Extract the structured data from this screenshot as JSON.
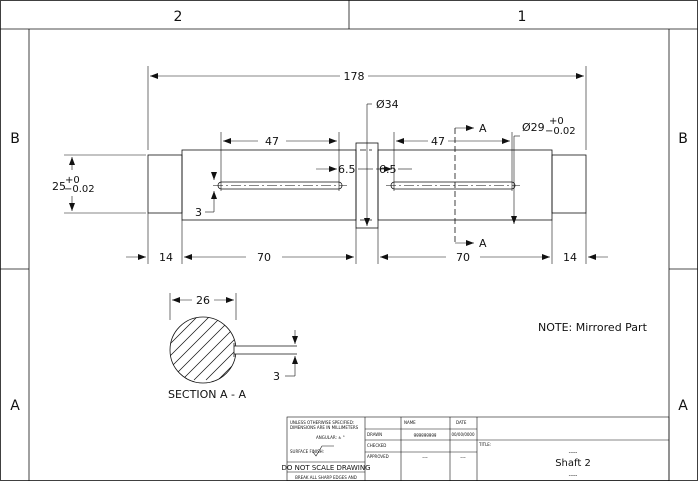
{
  "border": {
    "zone_cols_top": [
      "2",
      "1"
    ],
    "zone_rows_left": [
      "B",
      "A"
    ],
    "zone_rows_right": [
      "B",
      "A"
    ]
  },
  "dimensions": {
    "overall_length": "178",
    "diameter_collar": "Ø34",
    "diameter_shaft_base": "Ø29",
    "diameter_shaft_tol_upper": "+0",
    "diameter_shaft_tol_lower": "−0.02",
    "diameter_end_base": "25",
    "diameter_end_tol_upper": "+0",
    "diameter_end_tol_lower": "−0.02",
    "slot_len_left": "47",
    "slot_len_right": "47",
    "slot_offset_left": "6.5",
    "slot_offset_right": "6.5",
    "slot_width": "3",
    "end_len_left": "14",
    "end_len_right": "14",
    "shaft_len_left": "70",
    "shaft_len_right": "70",
    "section_arrow_top": "A",
    "section_arrow_bottom": "A"
  },
  "section": {
    "title": "SECTION A - A",
    "width_dim": "26",
    "slot_dim": "3"
  },
  "note": "NOTE: Mirrored Part",
  "title_block": {
    "unless_line1": "UNLESS OTHERWISE SPECIFIED:",
    "unless_line2": "DIMENSIONS ARE IN MILLIMETERS",
    "angular": "ANGULAR: ± °",
    "surface_finish": "SURFACE FINISH:",
    "do_not_scale": "DO NOT SCALE DRAWING",
    "break_edges": "BREAK ALL SHARP EDGES AND",
    "col_name": "NAME",
    "col_date": "DATE",
    "row_drawn": "DRAWN",
    "row_checked": "CHECKED",
    "row_approved": "APPROVED",
    "drawn_name": "ggggggggg",
    "drawn_date": "00/00/0000",
    "approved_name": "---",
    "approved_date": "---",
    "title_label": "TITLE:",
    "part_title": "Shaft 2",
    "part_sub": "----",
    "part_sub2": "----"
  }
}
